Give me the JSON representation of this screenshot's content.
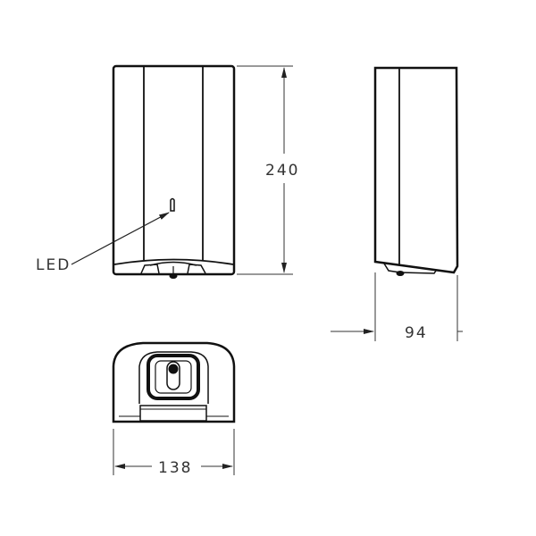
{
  "labels": {
    "height_dim": "240",
    "depth_dim": "94",
    "width_dim": "138",
    "led": "LED"
  },
  "colors": {
    "line": "#111111",
    "dim": "#333333"
  }
}
